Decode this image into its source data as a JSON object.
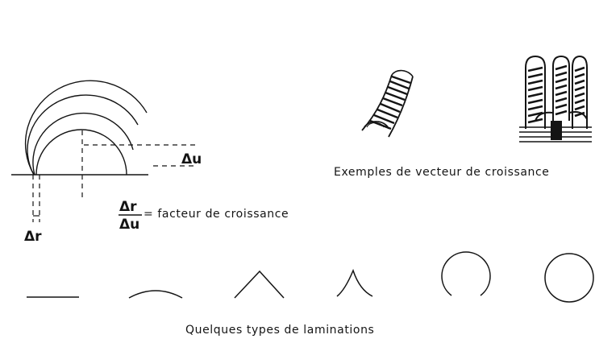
{
  "labels": {
    "delta_u": "Δu",
    "delta_r": "Δr",
    "fraction_numerator": "Δr",
    "fraction_denominator": "Δu",
    "growth_factor": "= facteur de croissance",
    "growth_vector_examples": "Exemples de vecteur de croissance",
    "lamination_types": "Quelques types de laminations"
  },
  "colors": {
    "ink": "#141414",
    "background": "#ffffff"
  }
}
